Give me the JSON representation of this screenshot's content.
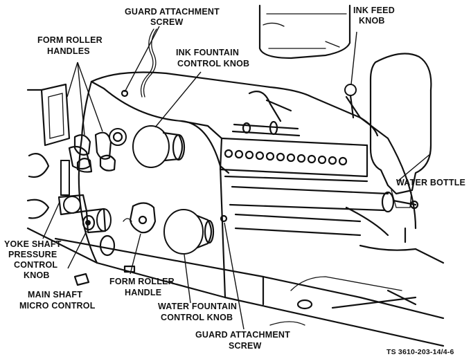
{
  "labels": {
    "guard_top_l1": "GUARD ATTACHMENT",
    "guard_top_l2": "SCREW",
    "ink_feed_l1": "INK FEED",
    "ink_feed_l2": "KNOB",
    "form_top_l1": "FORM ROLLER",
    "form_top_l2": "HANDLES",
    "ink_fountain_l1": "INK FOUNTAIN",
    "ink_fountain_l2": "CONTROL KNOB",
    "water_bottle": "WATER BOTTLE",
    "yoke_l1": "YOKE SHAFT",
    "yoke_l2": "PRESSURE",
    "yoke_l3": "CONTROL",
    "yoke_l4": "KNOB",
    "main_shaft_l1": "MAIN SHAFT",
    "main_shaft_l2": "MICRO CONTROL",
    "form_bottom_l1": "FORM ROLLER",
    "form_bottom_l2": "HANDLE",
    "water_fountain_l1": "WATER FOUNTAIN",
    "water_fountain_l2": "CONTROL KNOB",
    "guard_bottom_l1": "GUARD ATTACHMENT",
    "guard_bottom_l2": "SCREW",
    "figure_id": "TS 3610-203-14/4-6"
  }
}
